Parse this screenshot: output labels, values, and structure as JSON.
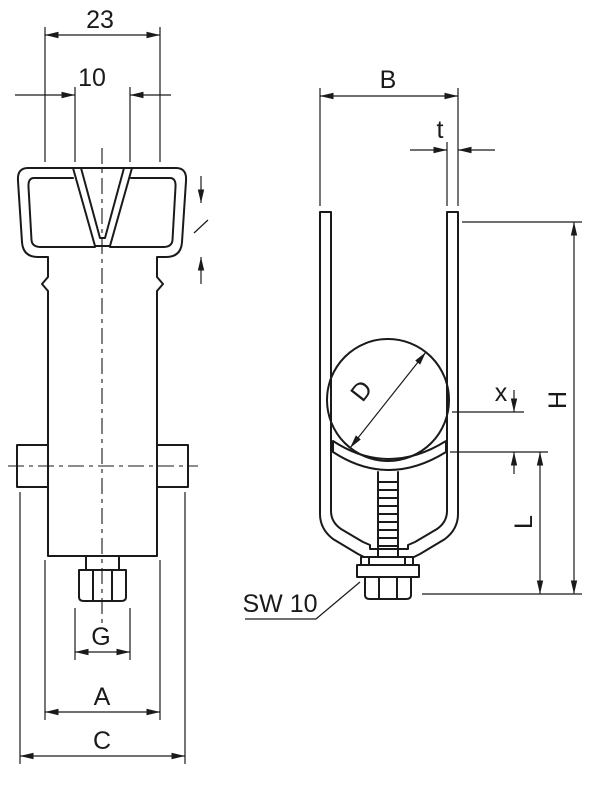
{
  "front_view": {
    "dim_23": "23",
    "dim_10": "10",
    "dim_g": "G",
    "dim_a": "A",
    "dim_c": "C"
  },
  "side_view": {
    "dim_b": "B",
    "dim_t": "t",
    "dim_d": "D",
    "dim_x": "x",
    "dim_h": "H",
    "dim_l": "L",
    "wrench_label": "SW 10"
  },
  "colors": {
    "line": "#1a1a1a",
    "background": "#ffffff"
  }
}
